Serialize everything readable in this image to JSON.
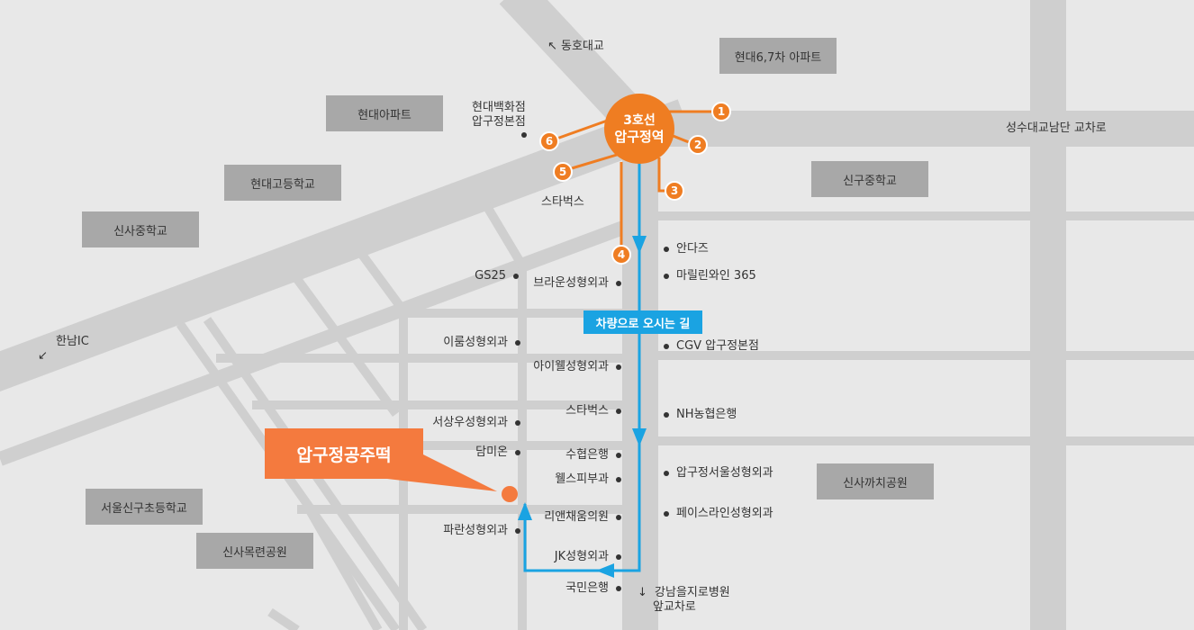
{
  "station": {
    "line": "3호선",
    "name": "압구정역"
  },
  "exits": [
    "1",
    "2",
    "3",
    "4",
    "5",
    "6"
  ],
  "car_route_label": "차량으로 오시는 길",
  "destination": "압구정공주떡",
  "landmarks": {
    "dongho_bridge": "동호대교",
    "hannam_ic": "한남IC",
    "seongsu_intersection": "성수대교남단 교차로",
    "gangnam_hospital_line1": "강남을지로병원",
    "gangnam_hospital_line2": "앞교차로",
    "arrow_nw": "↖",
    "arrow_sw": "↙",
    "arrow_down": "↓"
  },
  "boxes": {
    "hyundai67": "현대6,7차 아파트",
    "hyundai_apt": "현대아파트",
    "hyundai_high": "현대고등학교",
    "sinsa_middle": "신사중학교",
    "singu_middle": "신구중학교",
    "sinsa_kkachi": "신사까치공원",
    "seoul_singu_elem": "서울신구초등학교",
    "sinsa_mokryeon": "신사목련공원"
  },
  "places": {
    "hyundai_dept1": "현대백화점",
    "hyundai_dept2": "압구정본점",
    "starbucks_top": "스타벅스",
    "gs25": "GS25",
    "brown": "브라운성형외과",
    "irum": "이룸성형외과",
    "aiwell": "아이웰성형외과",
    "starbucks2": "스타벅스",
    "seosangwoo": "서상우성형외과",
    "damion": "담미온",
    "suhyup": "수협은행",
    "wells": "웰스피부과",
    "rian": "리앤채움의원",
    "paran": "파란성형외과",
    "jk": "JK성형외과",
    "kookmin": "국민은행",
    "andaz": "안다즈",
    "marilyn": "마릴린와인 365",
    "cgv": "CGV 압구정본점",
    "nh": "NH농협은행",
    "apgujeong_seoul": "압구정서울성형외과",
    "faceline": "페이스라인성형외과"
  },
  "colors": {
    "background": "#e8e8e8",
    "road": "#cfcfcf",
    "building": "#a8a8a8",
    "orange": "#ef7d22",
    "dest_orange": "#f47a3e",
    "route_blue": "#1aa3e2"
  }
}
